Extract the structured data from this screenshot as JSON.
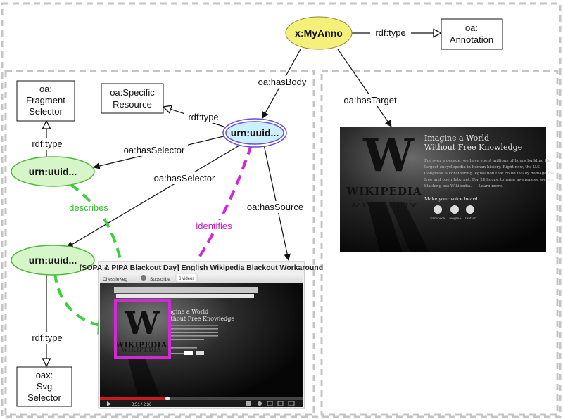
{
  "nodes": {
    "anno": "x:MyAnno",
    "specific": "urn:uuid...",
    "fragment": "urn:uuid...",
    "svg": "urn:uuid..."
  },
  "classes": {
    "annotation": [
      "oa:",
      "Annotation"
    ],
    "specific_resource": [
      "oa:Specific",
      "Resource"
    ],
    "fragment_selector": [
      "oa:",
      "Fragment",
      "Selector"
    ],
    "svg_selector": [
      "oax:",
      "Svg",
      "Selector"
    ]
  },
  "edges": {
    "anno_type": "rdf:type",
    "has_body": "oa:hasBody",
    "has_target": "oa:hasTarget",
    "specific_type": "rdf:type",
    "has_selector_1": "oa:hasSelector",
    "has_selector_2": "oa:hasSelector",
    "has_source": "oa:hasSource",
    "fragment_type": "rdf:type",
    "svg_type": "rdf:type",
    "describes": "describes",
    "identifies": "identifies"
  },
  "target_image": {
    "title_1": "Imagine a World",
    "title_2": "Without Free Knowledge",
    "body": [
      "For over a decade, we have spent millions of hours building the",
      "largest encyclopedia in human history. Right now, the U.S.",
      "Congress is considering legislation that could fatally damage the",
      "free and open Internet. For 24 hours, to raise awareness, we are",
      "blacking out Wikipedia."
    ],
    "learn_more": "Learn more.",
    "voice": "Make your voice heard",
    "logo": "W",
    "wordmark": "WIKIPEDIA",
    "wordmark_shadow": "WIKIPEDIA",
    "social": [
      "Facebook",
      "Google+",
      "Twitter"
    ]
  },
  "video": {
    "title": "[SOPA & PIPA Blackout Day] English Wikipedia Blackout Workaround",
    "channel": "ChessieKeg",
    "subscribe": "Subscribe",
    "videos": "6 videos",
    "inner_title_1": "agine a World",
    "inner_title_2": "ithout Free Knowledge",
    "logo": "W",
    "wordmark": "WIKIPEDIA",
    "wordmark_shadow": "WIKIPEDIA",
    "time": "0:51 / 2:36"
  },
  "colors": {
    "anno_fill": "#f5f07a",
    "specific_fill": "#cdf0ff",
    "specific_stroke": "#6a4fd6",
    "uuid_fill": "#d6f5c8",
    "uuid_stroke": "#4cb838",
    "describes": "#3ecf3e",
    "identifies": "#d22ad2"
  }
}
